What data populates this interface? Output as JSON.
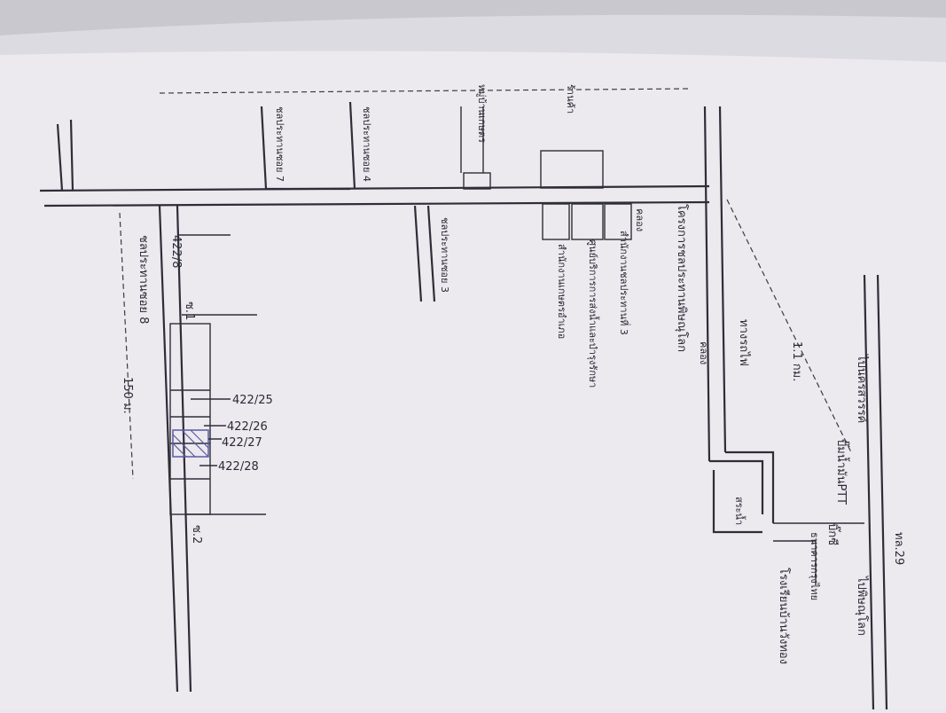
{
  "map": {
    "paper_color": "#ece9ef",
    "ink_color": "#2e2e38",
    "hatch_color": "#5a5aa0",
    "labels": {
      "hwy29": "ทล.29",
      "nakhon_sawan": "ไปนครสวรรค์",
      "phitsanulok": "ไปพิษณุโลก",
      "ptt_pump": "ปั๊มน้ำมันPTT",
      "big_c": "บิ๊กซี",
      "bank": "ธนาคารกรุงไทย",
      "school": "โรงเรียนบ้านวังทอง",
      "distance_11": "1.1 กม.",
      "railway": "ทางรถไฟ",
      "canal_1": "คลอง",
      "canal_2": "คลอง",
      "pond": "สระน้ำ",
      "irrigation_project": "โครงการชลประทานพิษณุโลก",
      "office_1": "สำนักงานชลประทานที่ 3",
      "office_2": "ศูนย์บริการการส่งน้ำและบำรุงรักษา",
      "office_3": "สำนักงานเกษตรอำเภอ",
      "shop": "ร้านค้า",
      "kaset_village": "หมู่บ้านเกษตร",
      "canal_soi_4": "ชลประทานซอย 4",
      "canal_soi_7": "ชลประทานซอย 7",
      "canal_soi_3": "ชลประทานซอย 3",
      "canal_soi_8": "ชลประทานซอย 8",
      "lot_422_8": "422/8",
      "lot_422_25": "422/25",
      "lot_422_26": "422/26",
      "lot_422_27": "422/27",
      "lot_422_28": "422/28",
      "soi_1": "ซ.1",
      "soi_2": "ซ.2",
      "distance_150": "150 ม."
    }
  }
}
